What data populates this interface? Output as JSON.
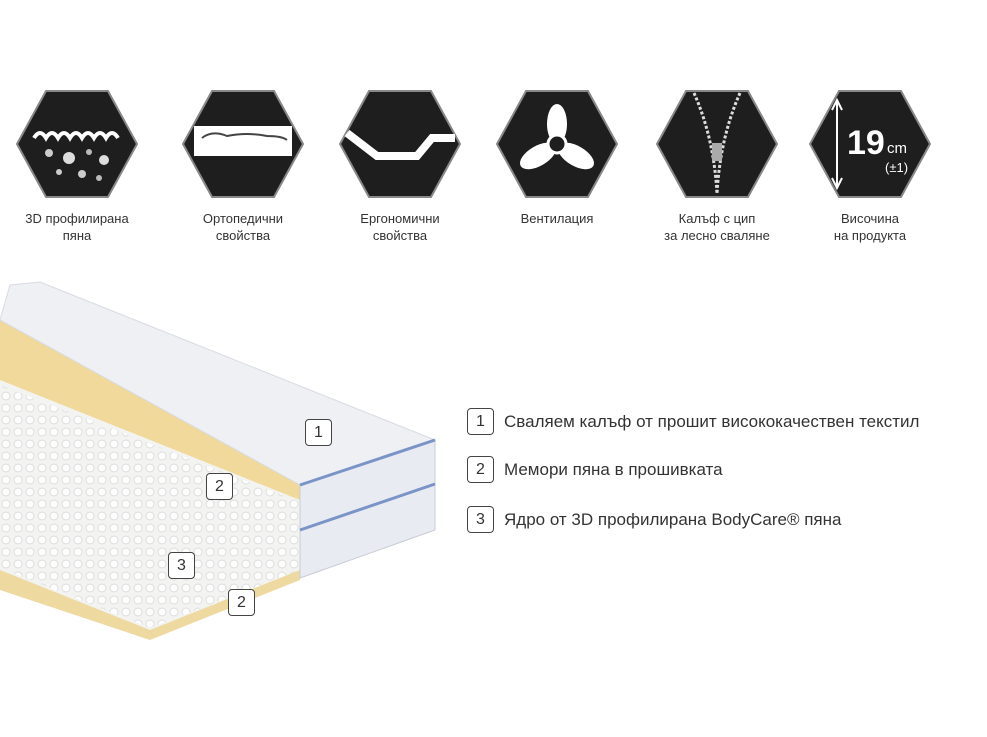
{
  "features": [
    {
      "icon": "3d-foam-icon",
      "line1": "3D профилирана",
      "line2": "пяна"
    },
    {
      "icon": "orthopedic-body-icon",
      "line1": "Ортопедични",
      "line2": "свойства"
    },
    {
      "icon": "ergonomic-icon",
      "line1": "Ергономични",
      "line2": "свойства"
    },
    {
      "icon": "ventilation-fan-icon",
      "line1": "Вентилация",
      "line2": ""
    },
    {
      "icon": "zipper-icon",
      "line1": "Калъф с цип",
      "line2": "за лесно сваляне"
    },
    {
      "icon": "height-icon",
      "line1": "Височина",
      "line2": "на продукта",
      "height_value": "19",
      "height_unit": "cm",
      "height_tolerance": "(±1)"
    }
  ],
  "layer_tags": [
    "1",
    "2",
    "3",
    "2"
  ],
  "legend": [
    {
      "num": "1",
      "text": "Сваляем калъф от прошит висококачествен текстил"
    },
    {
      "num": "2",
      "text": "Мемори пяна в прошивката"
    },
    {
      "num": "3",
      "text": "Ядро от 3D профилирана BodyCare® пяна"
    }
  ],
  "colors": {
    "icon_bg": "#1e1e1e",
    "foam": "#f1dca4",
    "cover": "#eef0f4"
  }
}
